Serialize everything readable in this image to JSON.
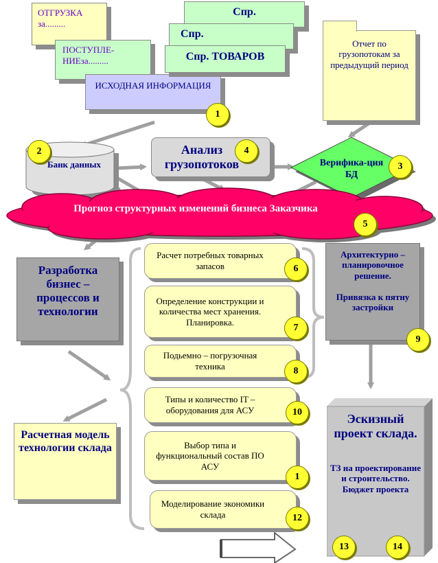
{
  "sources": {
    "shipment": "ОТГРУЗКА за.........",
    "receipt": "ПОСТУПЛЕ-НИЕза.........",
    "initial": "ИСХОДНАЯ ИНФОРМАЦИЯ",
    "spr1": "Спр.",
    "spr2": "Спр.",
    "spr_goods": "Спр. ТОВАРОВ",
    "report": "Отчет по грузопотокам за предыдущий период"
  },
  "database": "Банк данных",
  "analysis": "Анализ грузопотоков",
  "verification": "Верифика-ция БД",
  "forecast": "Прогноз структурных изменений бизнеса Заказчика",
  "business_process": "Разработка бизнес – процессов и технологии",
  "calc_model": "Расчетная модель технологии склада",
  "steps": [
    {
      "label": "Расчет потребных товарных запасов",
      "num": "6"
    },
    {
      "label": "Определение конструкции и количества мест хранения. Планировка.",
      "num": "7"
    },
    {
      "label": "Подьемно – погрузочная техника",
      "num": "8"
    },
    {
      "label": "Типы и количество IT – оборудования для АСУ",
      "num": "10"
    },
    {
      "label": "Выбор типа и функциональный состав ПО АСУ",
      "num": "1"
    },
    {
      "label": "Моделирование экономики склада",
      "num": "12"
    }
  ],
  "architecture": {
    "line1": "Архитектурно – планировочное решение.",
    "line2": "Привязка к пятну застройки"
  },
  "sketch": {
    "title": "Эскизный проект склада.",
    "body": "ТЗ на проектирование и строительство. Бюджет проекта"
  },
  "badges": {
    "initial": "1",
    "database": "2",
    "verification": "3",
    "analysis": "4",
    "forecast": "5",
    "architecture": "9",
    "sketch_a": "13",
    "sketch_b": "14"
  },
  "colors": {
    "yellow": "#ffffc0",
    "green": "#c8ffc8",
    "lavender": "#ccccff",
    "gray": "#a6a6a6",
    "navy": "#000080",
    "purple": "#6600cc",
    "forecast": "#ff0066",
    "diamond": "#66ff66"
  }
}
